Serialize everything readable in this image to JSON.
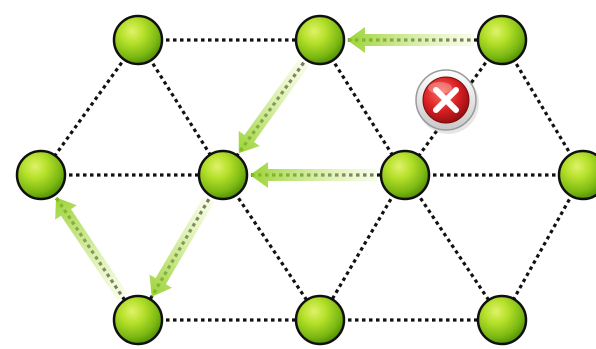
{
  "colors": {
    "background": "#ffffff",
    "edge": "#111111",
    "node_fill_center": "#c8ea2e",
    "node_fill_mid": "#86c213",
    "node_fill_edge": "#4e8a08",
    "node_stroke": "#101010",
    "arrow_light": "#eef8c8",
    "arrow_dark": "#8fce1e",
    "cross_fill": "#d81f23",
    "cross_ring": "#f2f2f2"
  },
  "nodes": [
    {
      "id": "n1",
      "row": 0,
      "col": 0
    },
    {
      "id": "n2",
      "row": 0,
      "col": 1
    },
    {
      "id": "n3",
      "row": 0,
      "col": 2
    },
    {
      "id": "n4",
      "row": 1,
      "col": 0
    },
    {
      "id": "n5",
      "row": 1,
      "col": 1
    },
    {
      "id": "n6",
      "row": 1,
      "col": 2
    },
    {
      "id": "n7",
      "row": 1,
      "col": 3
    },
    {
      "id": "n8",
      "row": 2,
      "col": 0
    },
    {
      "id": "n9",
      "row": 2,
      "col": 1
    },
    {
      "id": "n10",
      "row": 2,
      "col": 2
    }
  ],
  "edges": [
    [
      "n1",
      "n2"
    ],
    [
      "n2",
      "n3"
    ],
    [
      "n4",
      "n5"
    ],
    [
      "n5",
      "n6"
    ],
    [
      "n6",
      "n7"
    ],
    [
      "n8",
      "n9"
    ],
    [
      "n9",
      "n10"
    ],
    [
      "n1",
      "n4"
    ],
    [
      "n1",
      "n5"
    ],
    [
      "n2",
      "n5"
    ],
    [
      "n2",
      "n6"
    ],
    [
      "n3",
      "n6"
    ],
    [
      "n3",
      "n7"
    ],
    [
      "n4",
      "n8"
    ],
    [
      "n5",
      "n8"
    ],
    [
      "n5",
      "n9"
    ],
    [
      "n6",
      "n9"
    ],
    [
      "n6",
      "n10"
    ],
    [
      "n7",
      "n10"
    ]
  ],
  "arrows": [
    {
      "from": "n3",
      "to": "n2"
    },
    {
      "from": "n2",
      "to": "n5"
    },
    {
      "from": "n6",
      "to": "n5"
    },
    {
      "from": "n5",
      "to": "n8"
    },
    {
      "from": "n8",
      "to": "n4"
    }
  ],
  "blocked_link": {
    "from": "n3",
    "to": "n6",
    "icon": "blocked-cross-icon"
  }
}
